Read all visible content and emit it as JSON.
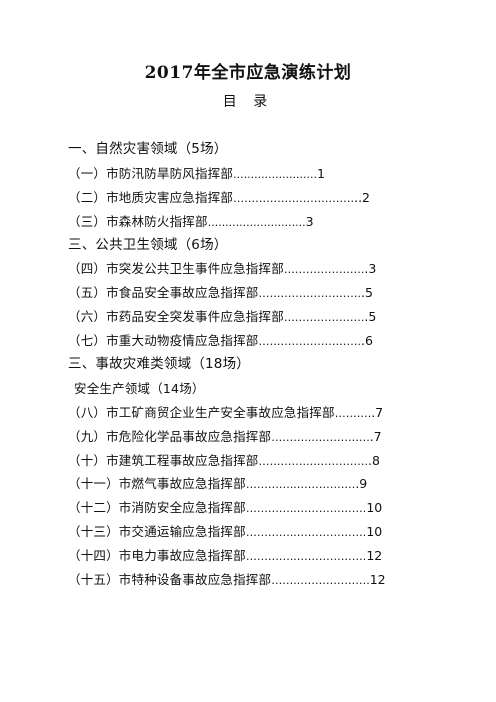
{
  "document": {
    "title": "2017年全市应急演练计划",
    "subtitle": "目 录"
  },
  "toc": [
    {
      "type": "section",
      "label": "一、自然灾害领域（5场）"
    },
    {
      "type": "entry",
      "label": "（一）市防汛防旱防风指挥部",
      "dots": "........................",
      "page": "1"
    },
    {
      "type": "entry",
      "label": "（二）市地质灾害应急指挥部",
      "dots": "……………………………",
      "page": "..2"
    },
    {
      "type": "entry",
      "label": "（三）市森林防火指挥部",
      "dots": "............................",
      "page": "3"
    },
    {
      "type": "section",
      "label": "三、公共卫生领域（6场）"
    },
    {
      "type": "entry",
      "label": "（四）市突发公共卫生事件应急指挥部",
      "dots": "………………….",
      "page": ".3"
    },
    {
      "type": "entry",
      "label": "（五）市食品安全事故应急指挥部",
      "dots": "……………………….",
      "page": ".5"
    },
    {
      "type": "entry",
      "label": "（六）市药品安全突发事件应急指挥部",
      "dots": "………………….",
      "page": ".5"
    },
    {
      "type": "entry",
      "label": "（七）市重大动物疫情应急指挥部",
      "dots": "……………………….",
      "page": ".6"
    },
    {
      "type": "section",
      "label": "三、事故灾难类领域（18场）"
    },
    {
      "type": "subsection",
      "label": "安全生产领域（14场）"
    },
    {
      "type": "entry",
      "label": "（八）市工矿商贸企业生产安全事故应急指挥部",
      "dots": "……….",
      "page": ".7"
    },
    {
      "type": "entry",
      "label": "（九）市危险化学品事故应急指挥部",
      "dots": "………..…………….",
      "page": ".7"
    },
    {
      "type": "entry",
      "label": "（十）市建筑工程事故应急指挥部",
      "dots": "…………..…………….",
      "page": ".8"
    },
    {
      "type": "entry",
      "label": "（十一）市燃气事故应急指挥部",
      "dots": "…………..…………….",
      "page": ".9"
    },
    {
      "type": "entry",
      "label": "（十二）市消防安全应急指挥部",
      "dots": "…………..……………….",
      "page": "10"
    },
    {
      "type": "entry",
      "label": "（十三）市交通运输应急指挥部",
      "dots": "…………..……………….",
      "page": "10"
    },
    {
      "type": "entry",
      "label": "（十四）市电力事故应急指挥部",
      "dots": "…………..……………….",
      "page": "12"
    },
    {
      "type": "entry",
      "label": "（十五）市特种设备事故应急指挥部",
      "dots": "……..……………….",
      "page": "12"
    }
  ]
}
